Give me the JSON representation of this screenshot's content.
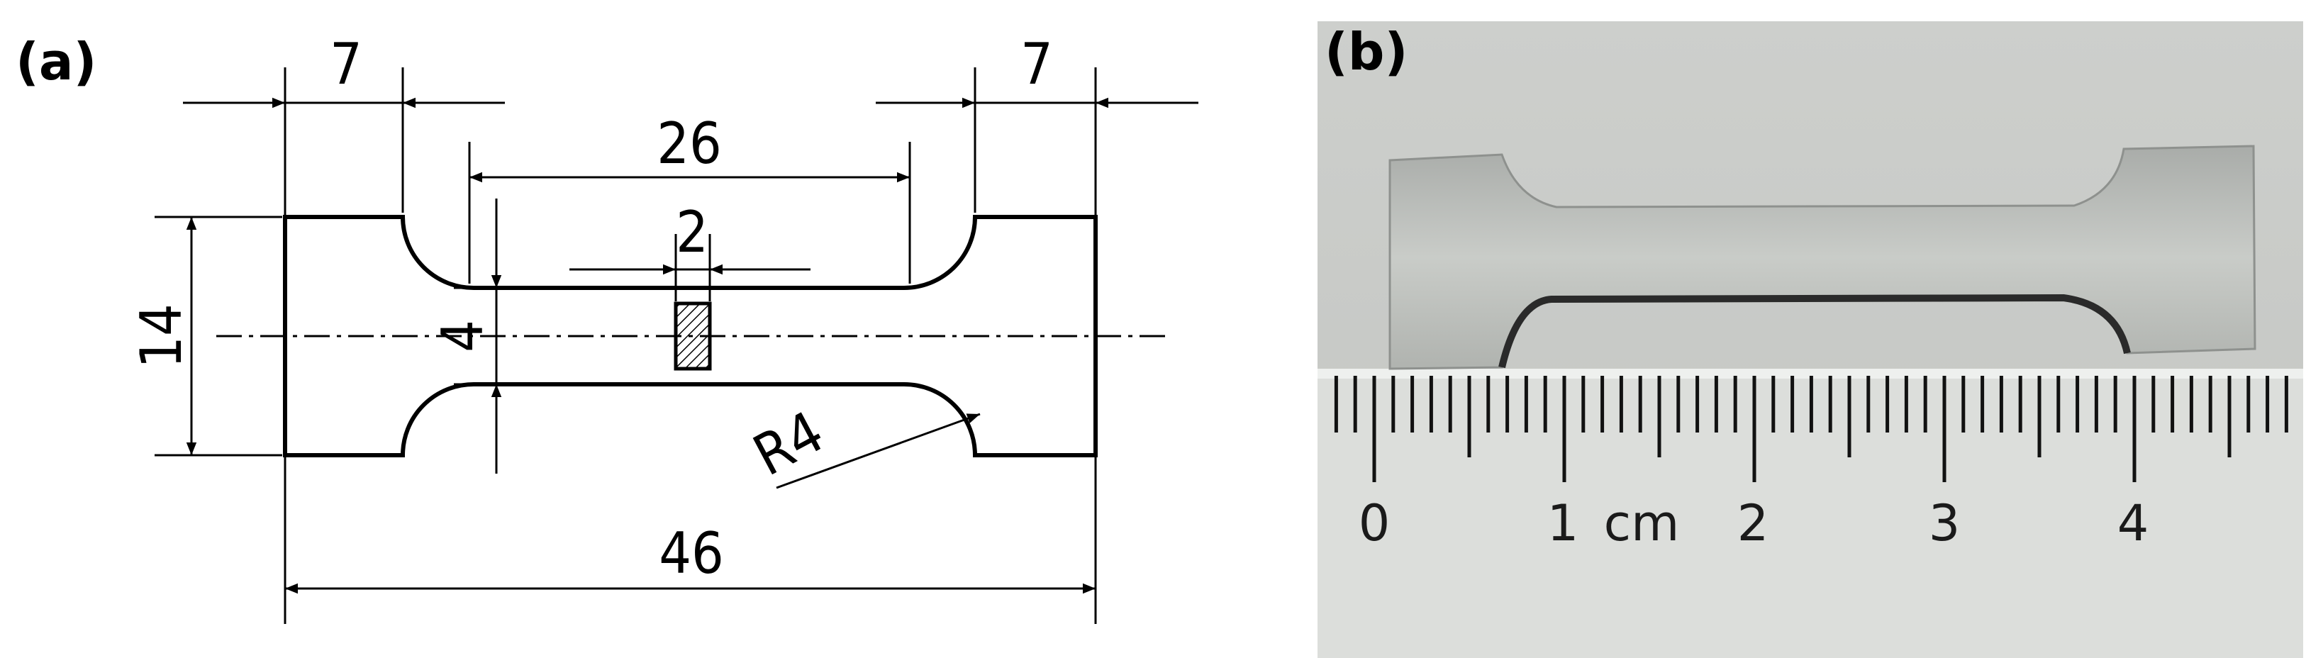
{
  "panels": [
    {
      "id": "a",
      "label": "(a)"
    },
    {
      "id": "b",
      "label": "(b)"
    }
  ],
  "drawing": {
    "dimensions": {
      "grip_left": "7",
      "grip_right": "7",
      "gauge_length": "26",
      "marked_width": "2",
      "height": "14",
      "gauge_width": "4",
      "radius": "R4",
      "total_length": "46"
    }
  },
  "photo": {
    "ruler": {
      "labels": [
        "0",
        "1",
        "cm",
        "2",
        "3",
        "4"
      ]
    }
  },
  "colors": {
    "line": "#000000",
    "photo_bg": "#c7c8c4",
    "ruler": "#dcdedb",
    "metal": "#b9bcb9"
  }
}
